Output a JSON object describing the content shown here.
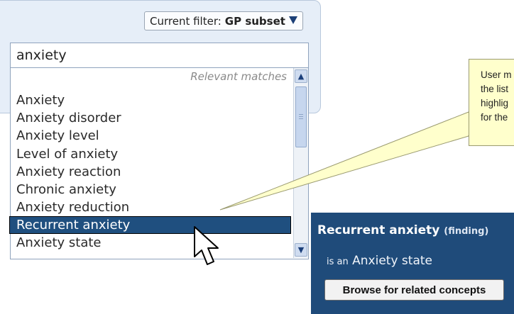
{
  "filter": {
    "prefix": "Current filter:",
    "value": "GP subset"
  },
  "search": {
    "value": "anxiety"
  },
  "dropdown": {
    "header": "Relevant matches",
    "items": [
      "Anxiety",
      "Anxiety disorder",
      "Anxiety level",
      "Level of anxiety",
      "Anxiety reaction",
      "Chronic anxiety",
      "Anxiety reduction",
      "Recurrent anxiety",
      "Anxiety state"
    ],
    "selected_index": 7
  },
  "callout": {
    "lines": [
      "User m",
      "the list",
      "highlig",
      "for the"
    ]
  },
  "concept": {
    "title": "Recurrent anxiety",
    "semantic_tag": "(finding)",
    "relation": "is an",
    "parent": "Anxiety state",
    "browse_label": "Browse for related concepts"
  },
  "colors": {
    "panel_bg": "#e6eef8",
    "selection": "#1f4f7f",
    "card_bg": "#1f4b7a",
    "callout_bg": "#ffffcc"
  },
  "icons": [
    "triangle-down-icon",
    "scroll-up-icon",
    "scroll-down-icon",
    "mouse-pointer-icon"
  ]
}
